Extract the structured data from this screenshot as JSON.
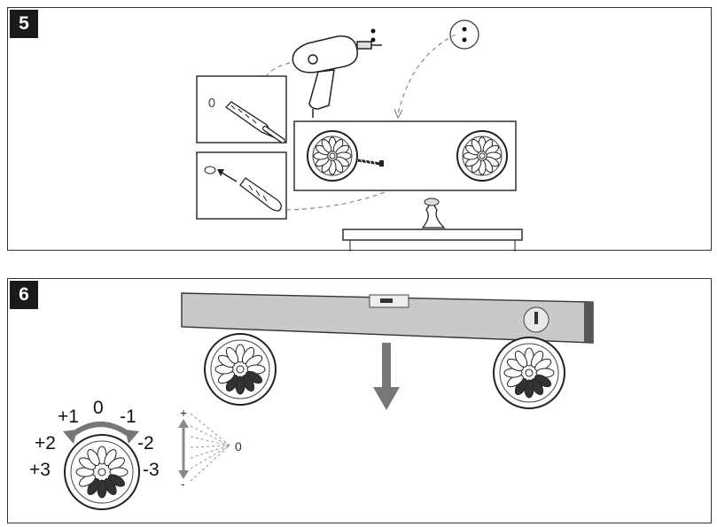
{
  "step5": {
    "badge": "5"
  },
  "step6": {
    "badge": "6",
    "scale": {
      "center": "0",
      "left": [
        "+1",
        "+2",
        "+3"
      ],
      "right": [
        "-1",
        "-2",
        "-3"
      ]
    },
    "tilt": {
      "plus": "+",
      "minus": "-",
      "zero": "0"
    }
  }
}
